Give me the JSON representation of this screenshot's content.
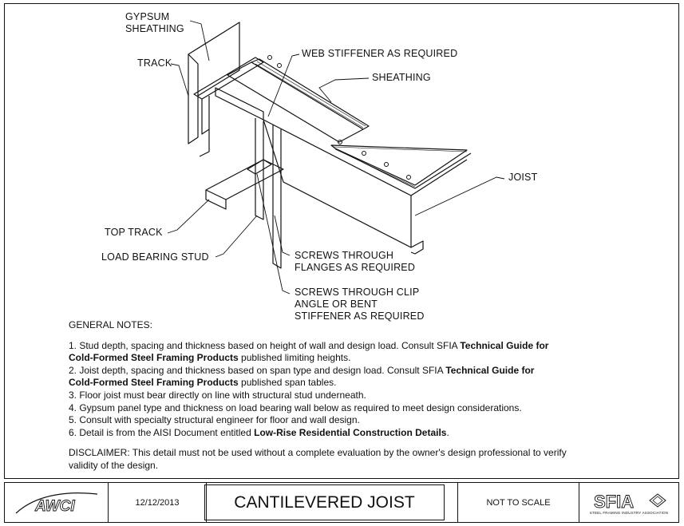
{
  "labels": {
    "gypsum": [
      "GYPSUM",
      "SHEATHING"
    ],
    "track": "TRACK",
    "web_stiffener": "WEB STIFFENER AS REQUIRED",
    "sheathing": "SHEATHING",
    "joist": "JOIST",
    "top_track": "TOP TRACK",
    "load_bearing_stud": "LOAD BEARING STUD",
    "screws_flanges": [
      "SCREWS THROUGH",
      "FLANGES AS REQUIRED"
    ],
    "screws_clip": [
      "SCREWS THROUGH CLIP",
      "ANGLE OR BENT",
      "STIFFENER AS REQUIRED"
    ]
  },
  "notes": {
    "heading": "GENERAL NOTES:",
    "n1a": "1. Stud depth, spacing and thickness based on height of wall and design load. Consult SFIA ",
    "n1b": "Technical Guide for",
    "n1c": "Cold-Formed Steel Framing Products",
    "n1d": " published limiting heights.",
    "n2a": "2. Joist depth, spacing and thickness based on span type and design load.  Consult SFIA ",
    "n2b": "Technical Guide for",
    "n2c": "Cold-Formed Steel Framing Products",
    "n2d": " published span tables.",
    "n3": "3. Floor joist must bear directly on line with structural stud underneath.",
    "n4": "4. Gypsum panel type and thickness on load bearing wall below as required to meet design considerations.",
    "n5": "5. Consult with specialty structural engineer for floor and wall design.",
    "n6a": "6. Detail is from the AISI Document entitled ",
    "n6b": "Low-Rise Residential Construction Details",
    "n6c": ".",
    "disclaimer_1": "DISCLAIMER: This detail must not be used without a complete evaluation by the owner's design professional to verify",
    "disclaimer_2": "validity of the design."
  },
  "title_block": {
    "logo_left": "AWCI",
    "date": "12/12/2013",
    "title": "CANTILEVERED JOIST",
    "scale": "NOT TO SCALE",
    "logo_right": "SFIA",
    "logo_right_sub": "STEEL FRAMING INDUSTRY ASSOCIATION"
  }
}
